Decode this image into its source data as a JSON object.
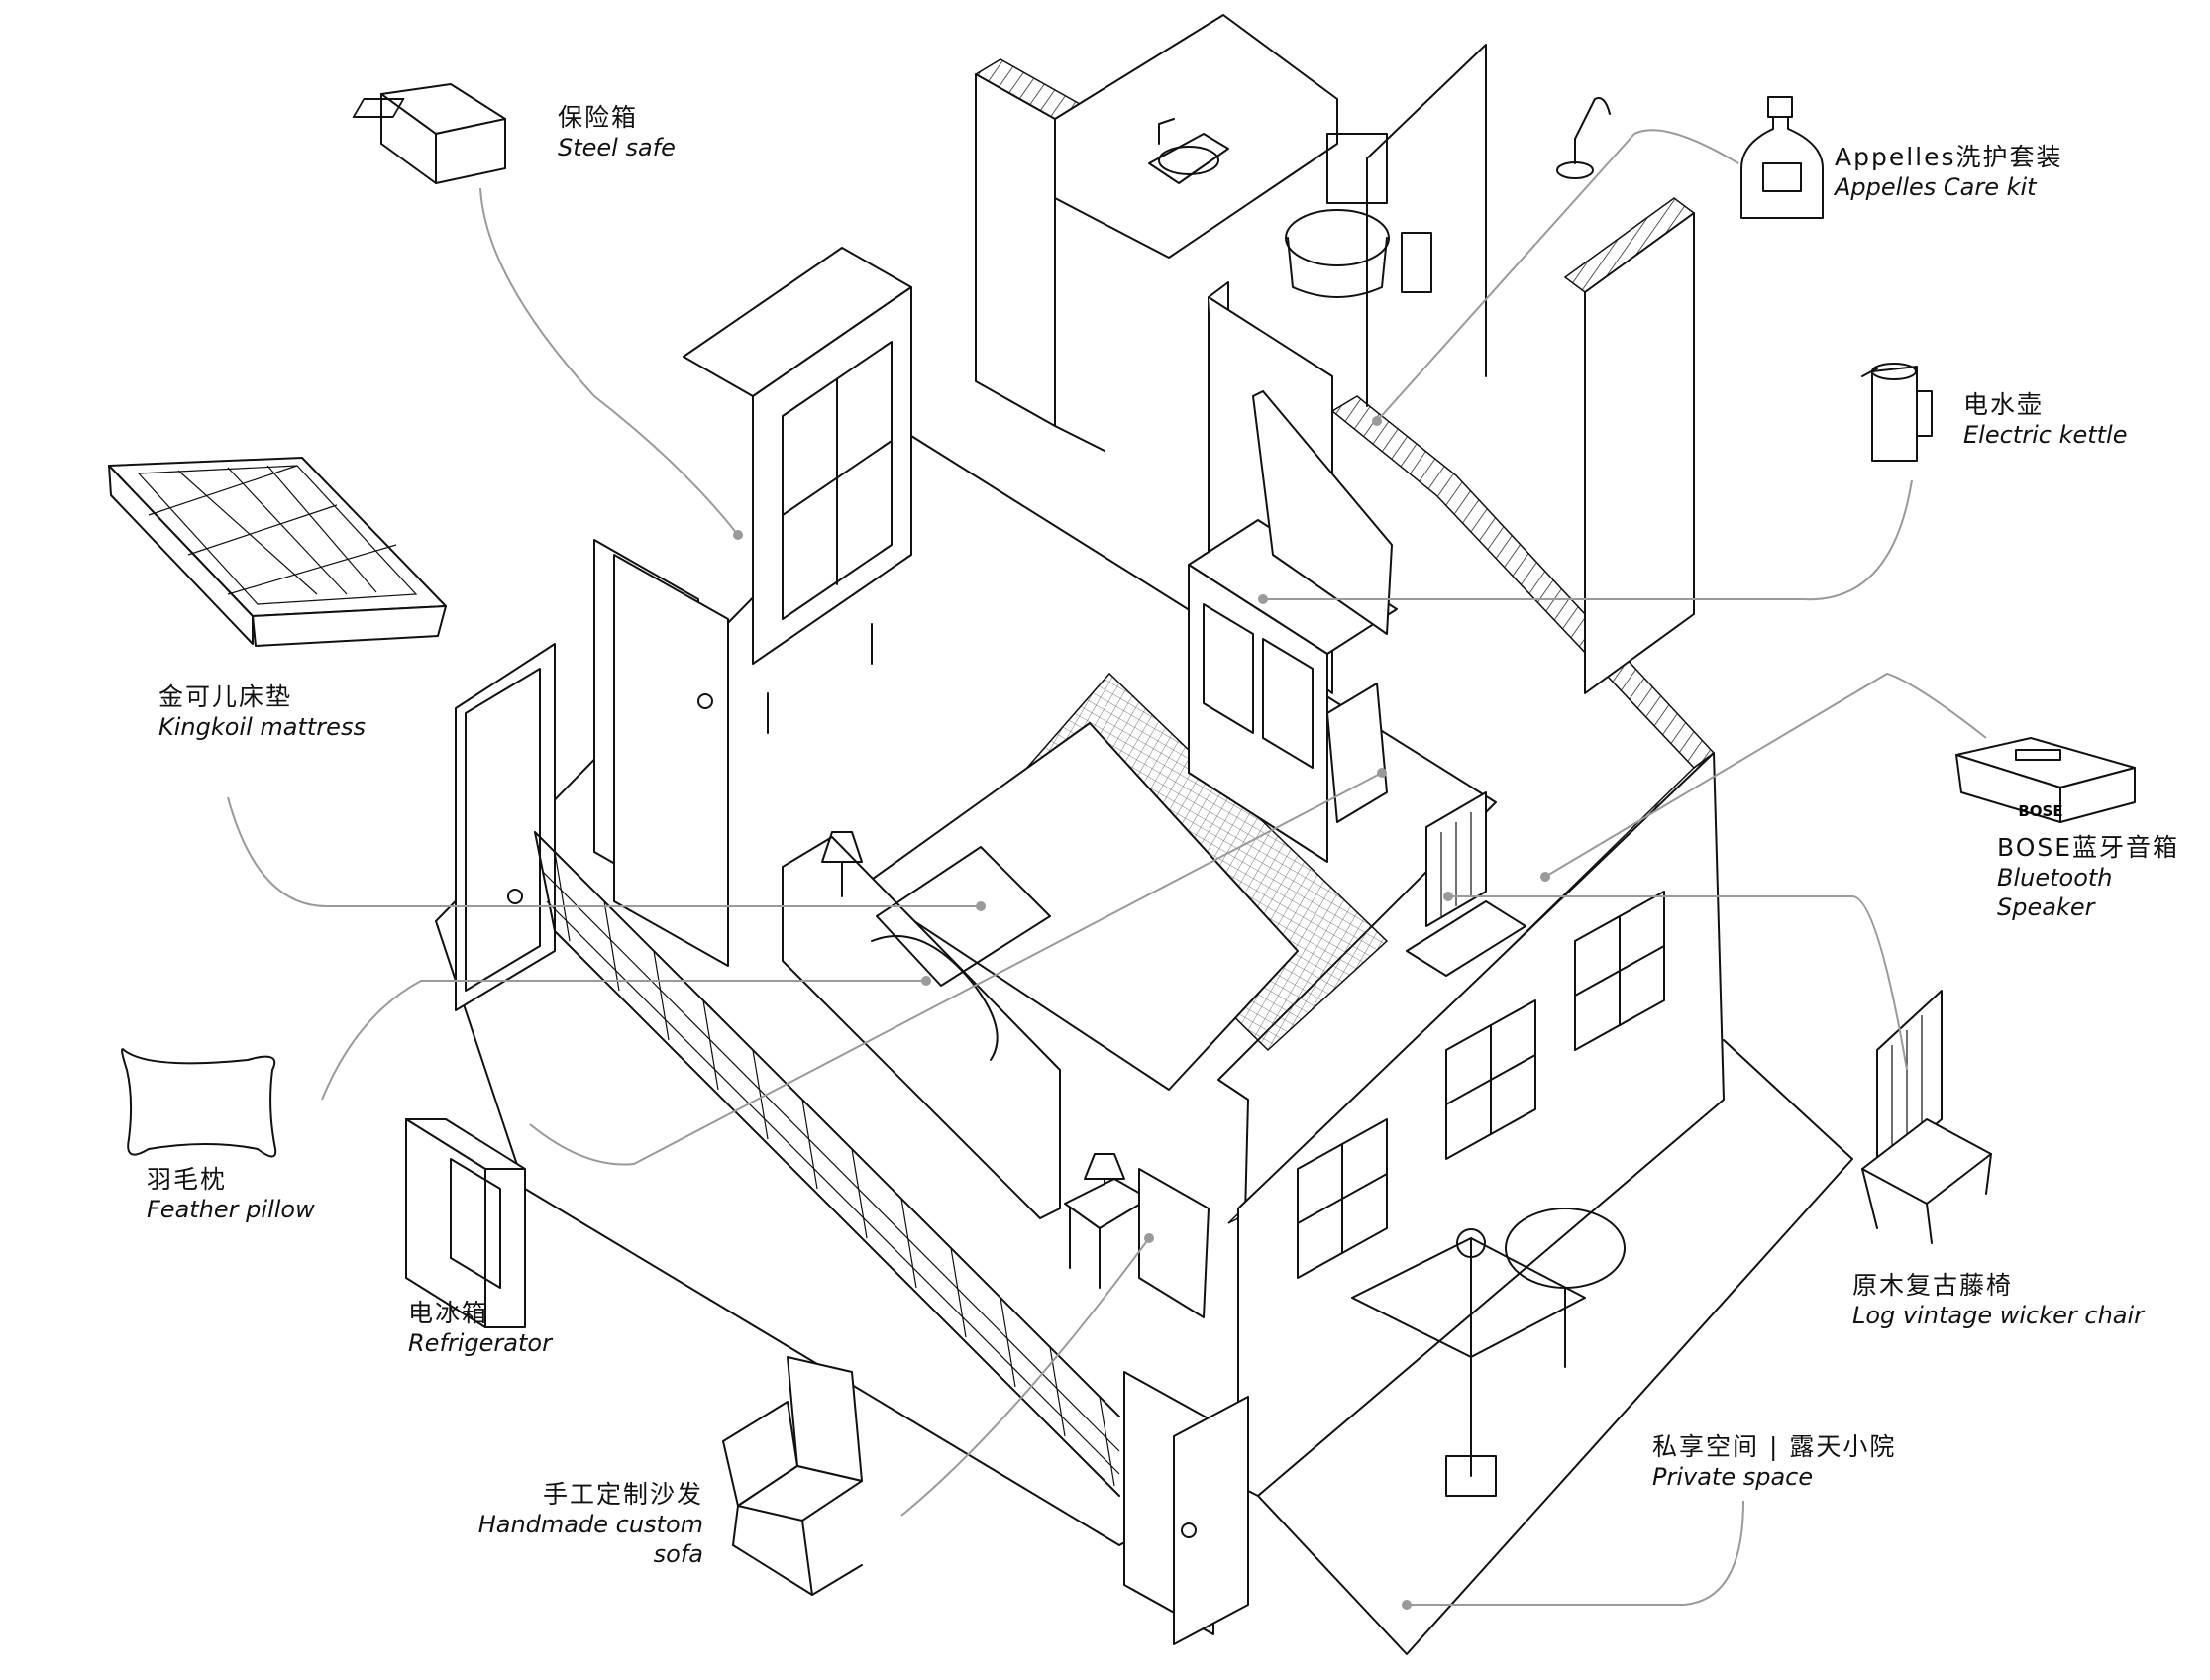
{
  "callouts": [
    {
      "id": "steel-safe",
      "zh": "保险箱",
      "en": "Steel safe"
    },
    {
      "id": "care-kit",
      "zh": "Appelles洗护套装",
      "en": "Appelles Care kit"
    },
    {
      "id": "kettle",
      "zh": "电水壶",
      "en": "Electric kettle"
    },
    {
      "id": "mattress",
      "zh": "金可儿床垫",
      "en": "Kingkoil mattress"
    },
    {
      "id": "speaker",
      "zh": "BOSE蓝牙音箱",
      "en": "Bluetooth Speaker"
    },
    {
      "id": "pillow",
      "zh": "羽毛枕",
      "en": "Feather pillow"
    },
    {
      "id": "fridge",
      "zh": "电冰箱",
      "en": "Refrigerator"
    },
    {
      "id": "wicker-chair",
      "zh": "原木复古藤椅",
      "en": "Log vintage wicker chair"
    },
    {
      "id": "sofa",
      "zh": "手工定制沙发",
      "en": "Handmade custom sofa"
    },
    {
      "id": "private-space",
      "zh": "私享空间 | 露天小院",
      "en": "Private space"
    }
  ],
  "speaker_brand": "BOSE"
}
